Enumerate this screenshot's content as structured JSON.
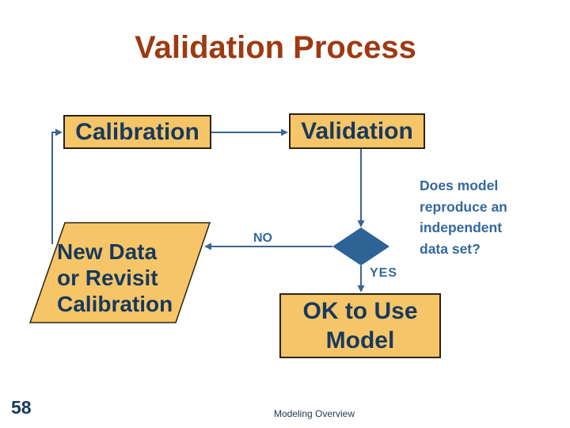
{
  "slide": {
    "title": "Validation Process",
    "page_number": "58",
    "footer": "Modeling Overview"
  },
  "flowchart": {
    "calibration_box": {
      "label": "Calibration"
    },
    "validation_box": {
      "label": "Validation"
    },
    "new_data_shape": {
      "label": "New Data\nor Revisit\nCalibration"
    },
    "ok_box": {
      "label": "OK to Use\nModel"
    },
    "decision_note": {
      "text": "Does model\nreproduce an\nindependent\ndata set?"
    },
    "no_label": "NO",
    "yes_label": "YES"
  },
  "colors": {
    "shape_fill": "#f6c567",
    "shape_border": "#2b2410",
    "navy_text": "#17395e",
    "steel_blue": "#3a6491",
    "diamond_fill": "#2e6396",
    "title_red": "#9d3a12"
  }
}
